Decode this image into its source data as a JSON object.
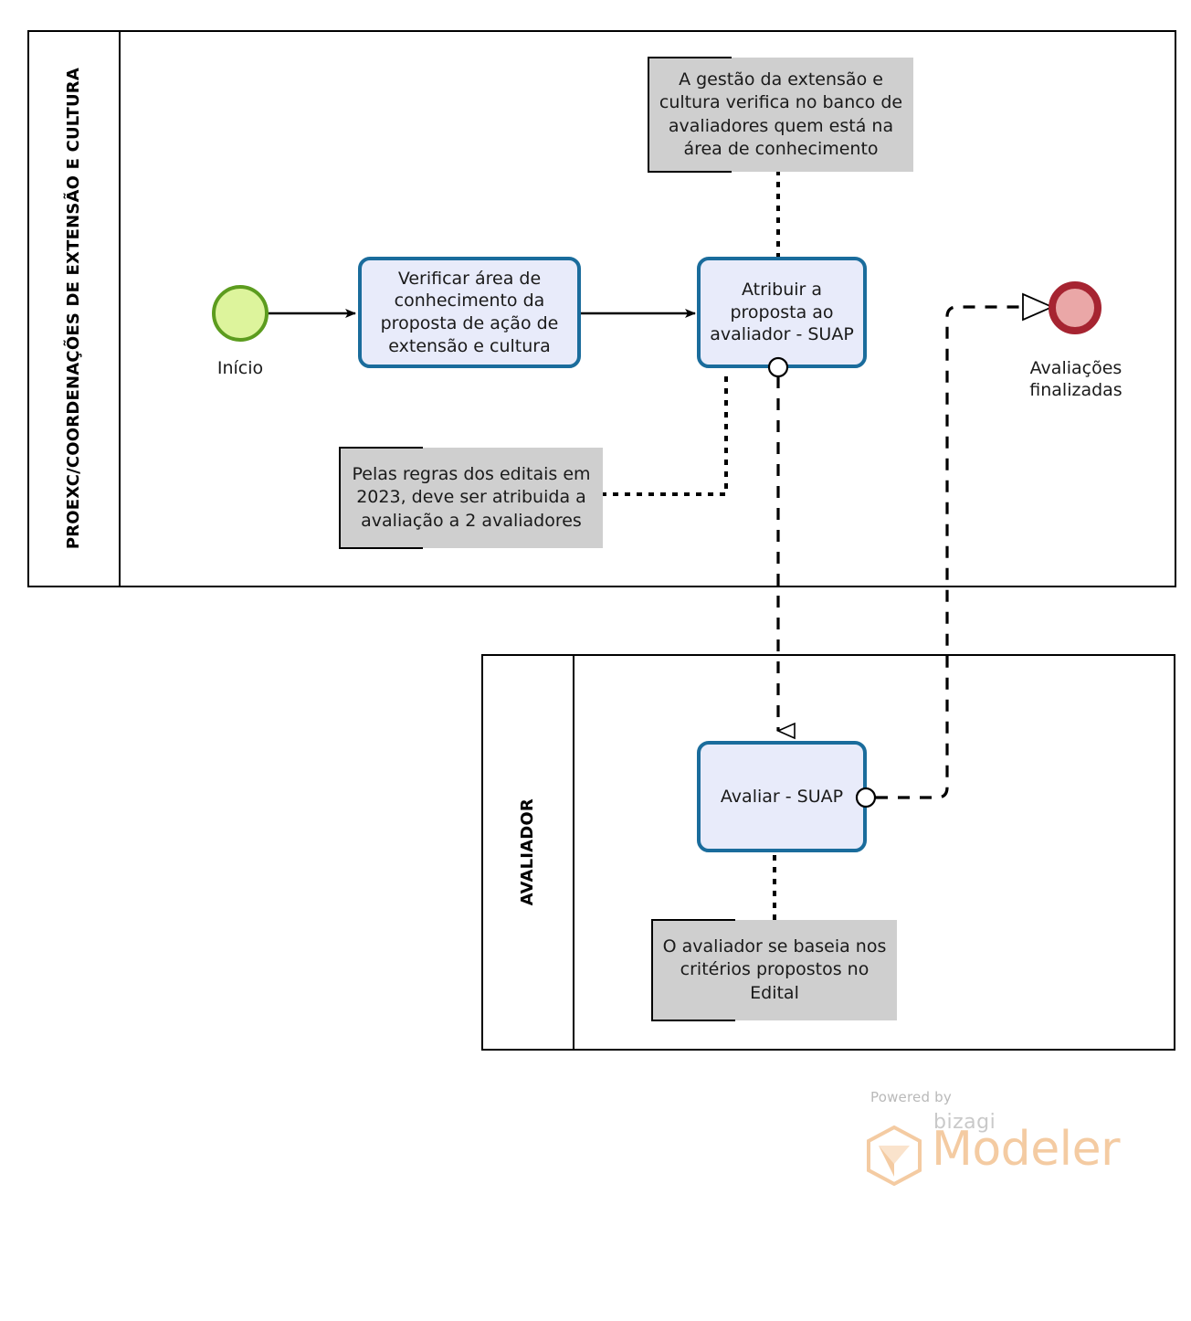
{
  "diagram": {
    "type": "bpmn-process-diagram",
    "notation": "BPMN 2.0",
    "colors": {
      "task_fill": "#e8ebfa",
      "task_border": "#1a6c9c",
      "start_event_fill": "#ddf49c",
      "start_event_border": "#5c9c1e",
      "end_event_fill": "#eaa7a7",
      "end_event_border": "#a62431",
      "annotation_fill": "#cfcfcf",
      "pool_border": "#000000",
      "brand_orange": "#f4cba2"
    }
  },
  "pools": [
    {
      "id": "pool-proexc",
      "lane_title": "PROEXC/COORDENAÇÕES DE EXTENSÃO E CULTURA"
    },
    {
      "id": "pool-avaliador",
      "lane_title": "AVALIADOR"
    }
  ],
  "events": [
    {
      "id": "start-inicio",
      "kind": "start",
      "label": "Início"
    },
    {
      "id": "end-avaliacoes-finalizadas",
      "kind": "end",
      "label": "Avaliações\nfinalizadas"
    }
  ],
  "tasks": [
    {
      "id": "task-verificar-area",
      "label": "Verificar área de conhecimento da proposta de ação de extensão e cultura"
    },
    {
      "id": "task-atribuir-proposta",
      "label": "Atribuir a proposta ao avaliador - SUAP"
    },
    {
      "id": "task-avaliar-suap",
      "label": "Avaliar - SUAP"
    }
  ],
  "annotations": [
    {
      "id": "annotation-gestao-extensao",
      "text": "A gestão da extensão e cultura verifica no banco de avaliadores quem está na área de conhecimento"
    },
    {
      "id": "annotation-regras-editais",
      "text": "Pelas regras dos editais em 2023, deve ser atribuida a avaliação a 2 avaliadores"
    },
    {
      "id": "annotation-criterios-edital",
      "text": "O avaliador se baseia nos critérios propostos no Edital"
    }
  ],
  "flows": [
    {
      "id": "flow-inicio-verificar",
      "kind": "sequence",
      "from": "start-inicio",
      "to": "task-verificar-area"
    },
    {
      "id": "flow-verificar-atribuir",
      "kind": "sequence",
      "from": "task-verificar-area",
      "to": "task-atribuir-proposta"
    },
    {
      "id": "flow-atribuir-avaliar",
      "kind": "message",
      "from": "task-atribuir-proposta",
      "to": "task-avaliar-suap"
    },
    {
      "id": "flow-avaliar-fim",
      "kind": "message",
      "from": "task-avaliar-suap",
      "to": "end-avaliacoes-finalizadas"
    },
    {
      "id": "assoc-gestao",
      "kind": "association",
      "from": "annotation-gestao-extensao",
      "to": "task-atribuir-proposta"
    },
    {
      "id": "assoc-regras",
      "kind": "association",
      "from": "annotation-regras-editais",
      "to": "task-atribuir-proposta"
    },
    {
      "id": "assoc-criterios",
      "kind": "association",
      "from": "annotation-criterios-edital",
      "to": "task-avaliar-suap"
    }
  ],
  "watermark": {
    "powered_by": "Powered by",
    "brand": "bizagi",
    "product": "Modeler"
  }
}
